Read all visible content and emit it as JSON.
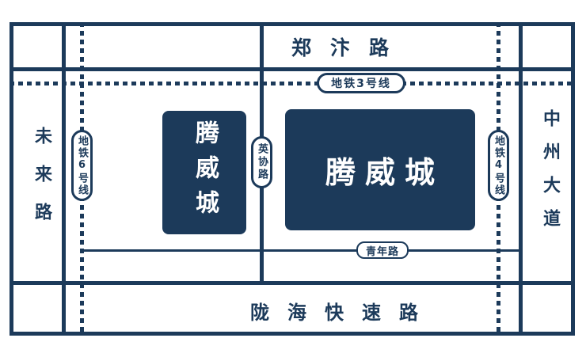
{
  "colors": {
    "navy": "#1c3a5a",
    "background": "#ffffff",
    "block_text": "#ffffff"
  },
  "roads": {
    "zhengbian": "郑汴路",
    "longhai": "陇海快速路",
    "weilai": "未来路",
    "zhongzhou": "中州大道",
    "yingxie": "英协路",
    "qingnian": "青年路"
  },
  "metro_lines": {
    "line3": "地铁3号线",
    "line6": "地铁6号线",
    "line4": "地铁4号线"
  },
  "landmarks": {
    "left_block": "腾威城",
    "right_block": "腾威城"
  }
}
